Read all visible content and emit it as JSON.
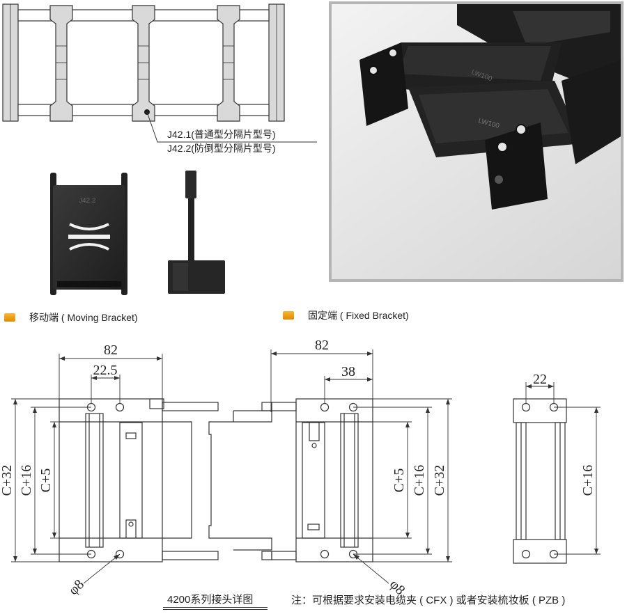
{
  "top_callouts": {
    "line1": "J42.1(普通型分隔片型号)",
    "line2": "J42.2(防倒型分隔片型号)"
  },
  "part_label": "J42.2",
  "photo_labels": {
    "back": "LW100",
    "front": "LW100"
  },
  "legend": {
    "moving": "移动端 ( Moving Bracket)",
    "fixed": "固定端 ( Fixed Bracket)"
  },
  "dimensions": {
    "moving_width": "82",
    "moving_hole": "22.5",
    "fixed_width": "82",
    "fixed_hole": "38",
    "side_hole": "22",
    "c32": "C+32",
    "c16": "C+16",
    "c5": "C+5",
    "hole_dia": "φ8"
  },
  "footer": {
    "title": "4200系列接头详图",
    "note": "注：可根据要求安装电缆夹 ( CFX ) 或者安装梳妆板 ( PZB )"
  },
  "colors": {
    "part": "#2b2b2b",
    "frame_fill": "#d9d9d9",
    "legend": "#f0a000"
  }
}
